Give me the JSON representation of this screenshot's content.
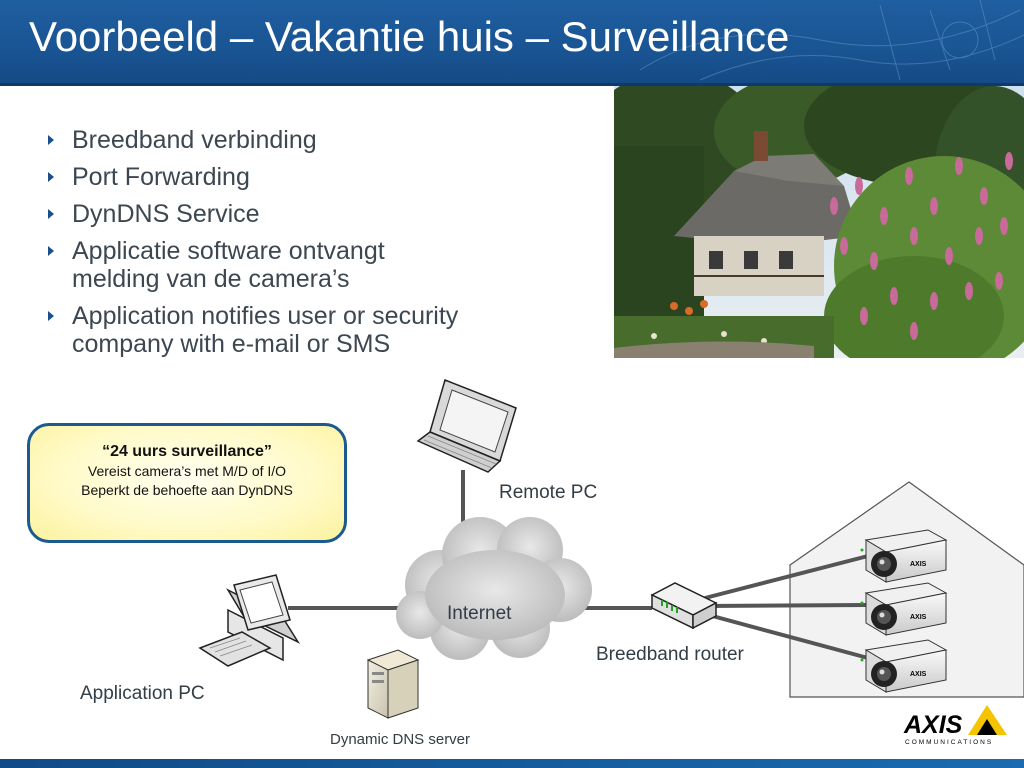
{
  "slide": {
    "title": "Voorbeeld – Vakantie huis – Surveillance",
    "bullets": [
      "Breedband verbinding",
      "Port Forwarding",
      "DynDNS Service",
      "Applicatie software ontvangt melding van de camera’s",
      "Application notifies user or security company with e-mail or SMS"
    ]
  },
  "callout": {
    "title": "“24 uurs surveillance”",
    "line1": "Vereist camera’s met M/D of I/O",
    "line2": "Beperkt de behoefte aan DynDNS"
  },
  "diagram": {
    "remote_pc": "Remote PC",
    "internet": "Internet",
    "application_pc": "Application PC",
    "dns_server": "Dynamic DNS server",
    "router": "Breedband router",
    "camera_count": 3
  },
  "logo": {
    "brand": "AXIS",
    "subtitle": "COMMUNICATIONS",
    "colors": {
      "text": "#000000",
      "triangle": "#f5c400"
    }
  },
  "theme": {
    "header_blue": "#1a5594",
    "cable_gray": "#555555",
    "callout_border": "#1a5a8e"
  }
}
